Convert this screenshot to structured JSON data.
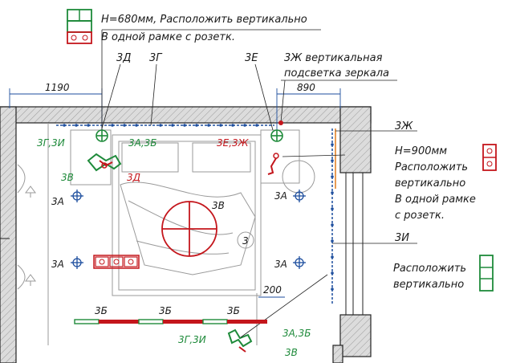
{
  "notes": {
    "top_line1": "H=680мм, Расположить вертикально",
    "top_line2": "В одной рамке с розетк.",
    "mirror_line1": "3Ж вертикальная",
    "mirror_line2": "подсветка зеркала",
    "right_h": "H=900мм",
    "right_l1": "Расположить",
    "right_l2": "вертикально",
    "right_l3": "В одной рамке",
    "right_l4": "с розетк.",
    "bottom_l1": "Расположить",
    "bottom_l2": "вертикально"
  },
  "dimensions": {
    "d1190": "1190",
    "d890": "890",
    "d200": "200"
  },
  "circuit_labels": {
    "d_top": "3Д",
    "g_top": "3Г",
    "e_top": "3Е",
    "zh_right": "3Ж",
    "i_right": "3И",
    "gi_left": "3Г,3И",
    "ab_left": "3А,3Б",
    "d_left": "3Д",
    "ezh": "3Е,3Ж",
    "v_left": "3В",
    "a1": "3А",
    "a2": "3А",
    "a3": "3А",
    "a4": "3А",
    "v_center": "3В",
    "z_center": "3",
    "b1": "3Б",
    "b2": "3Б",
    "b3": "3Б",
    "gi_bottom": "3Г,3И",
    "ab_bottom": "3А,3Б",
    "v_bottom": "3В"
  },
  "colors": {
    "green": "#1e8a3a",
    "red": "#c4161c",
    "blue": "#1d4e9e",
    "orange": "#e07b1a",
    "wall": "#d9d9d9"
  }
}
